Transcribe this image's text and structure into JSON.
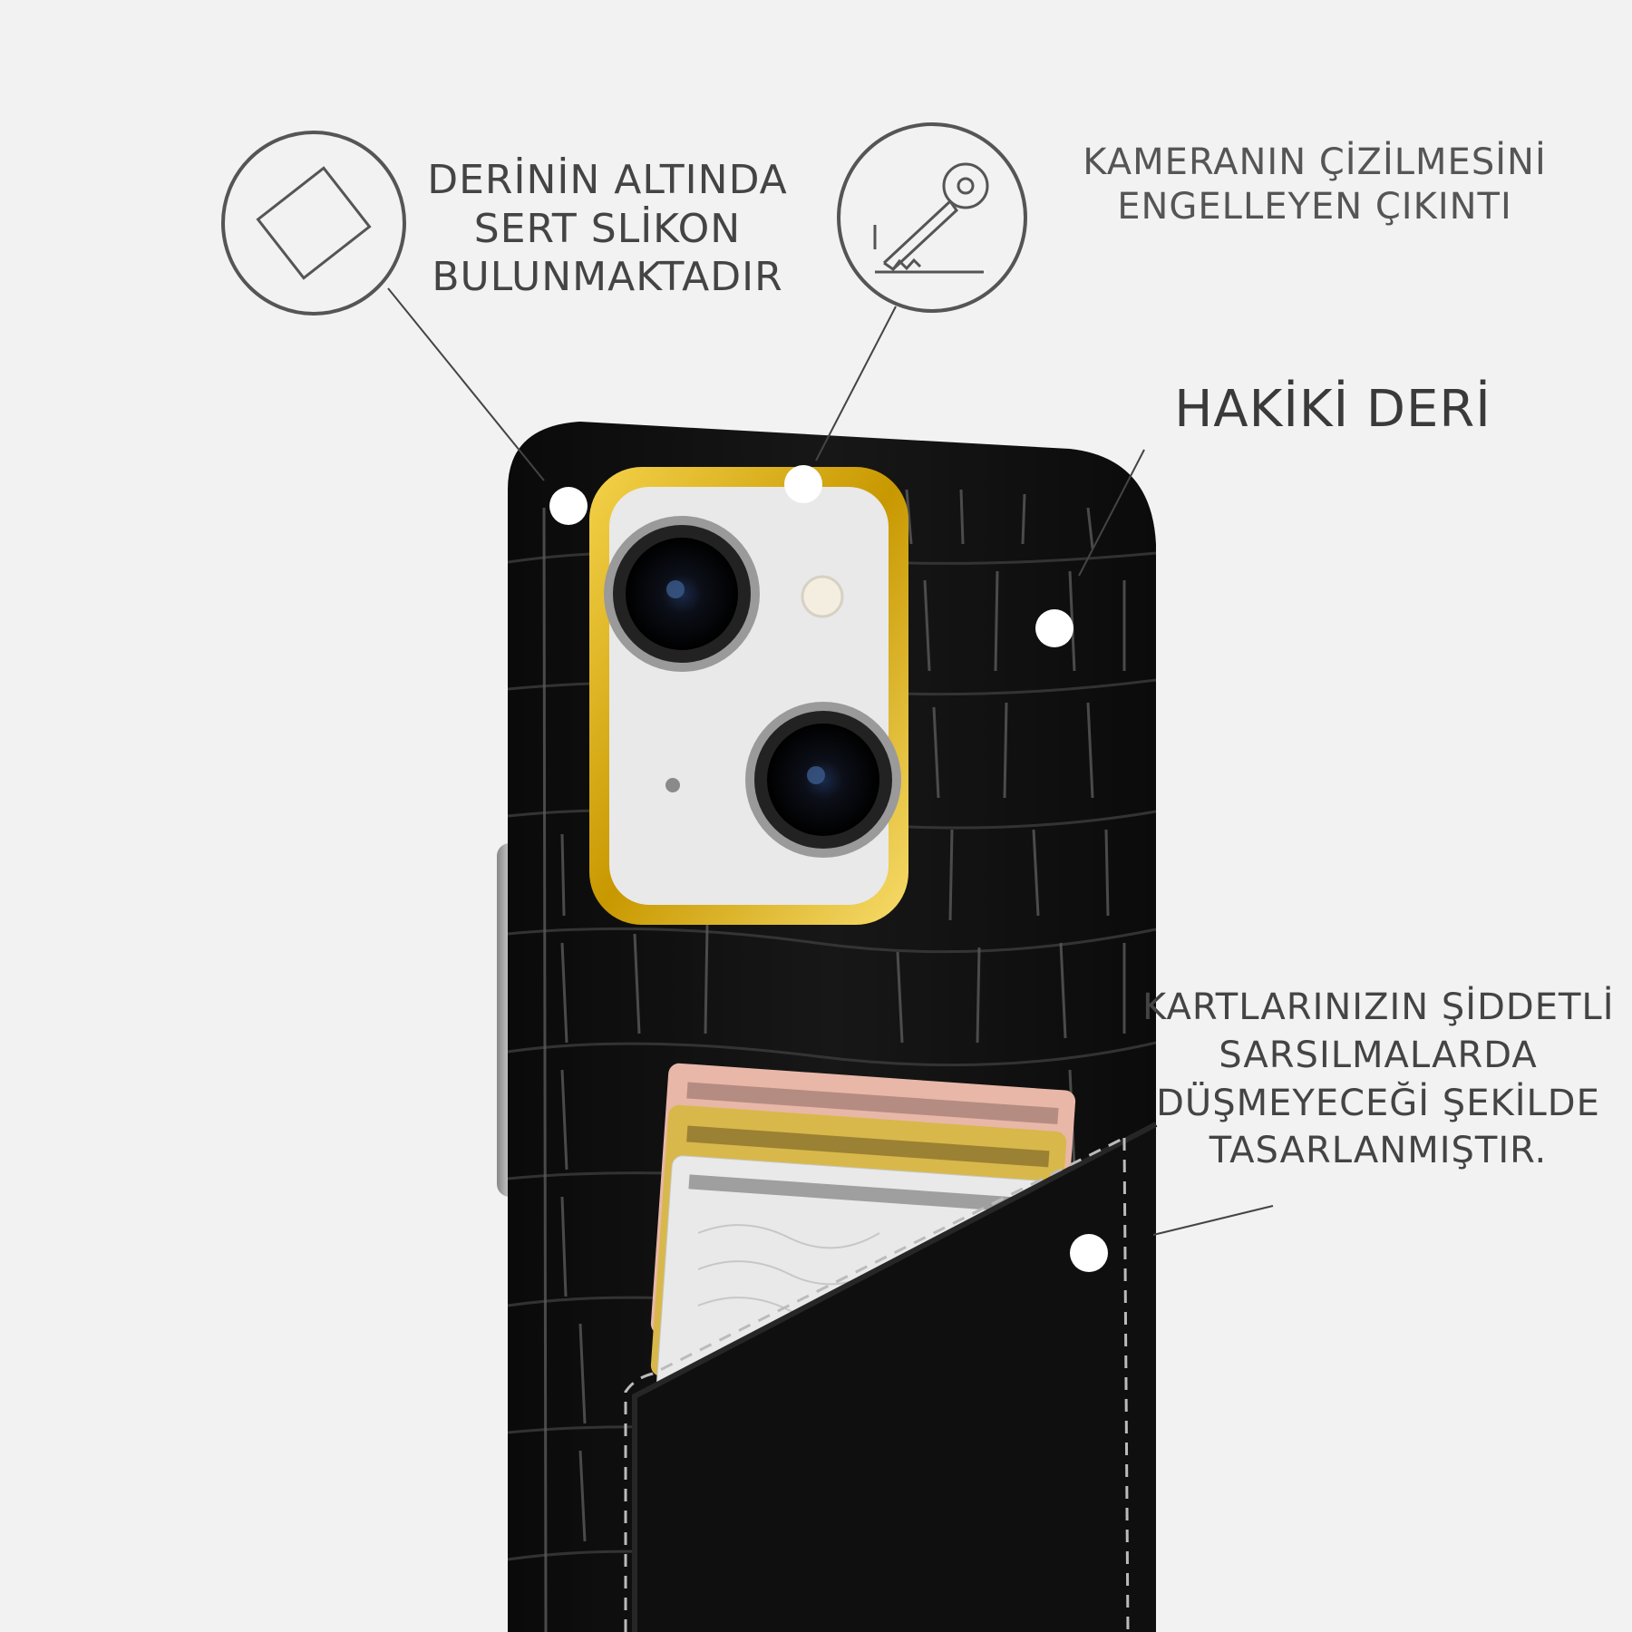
{
  "annotations": {
    "silicone": {
      "lines": [
        "DERİNİN ALTINDA",
        "SERT SLİKON",
        "BULUNMAKTADIR"
      ],
      "icon": "card-outline-icon"
    },
    "camera_lip": {
      "lines": [
        "KAMERANIN ÇİZİLMESİNİ",
        "ENGELLEYEN ÇIKINTI"
      ],
      "icon": "key-scratch-icon"
    },
    "leather": {
      "lines": [
        "HAKİKİ DERİ"
      ]
    },
    "card_pocket": {
      "lines": [
        "KARTLARINIZIN ŞİDDETLİ",
        "SARSILMALARDA",
        "DÜŞMEYECEĞİ ŞEKİLDE",
        "TASARLANMIŞTIR."
      ]
    }
  },
  "colors": {
    "background": "#f2f2f2",
    "leather": "#101010",
    "camera_ring": "#d9a400",
    "card_rose": "#e8b7a8",
    "card_gold": "#d8b84a",
    "card_silver": "#e9e9e9"
  }
}
